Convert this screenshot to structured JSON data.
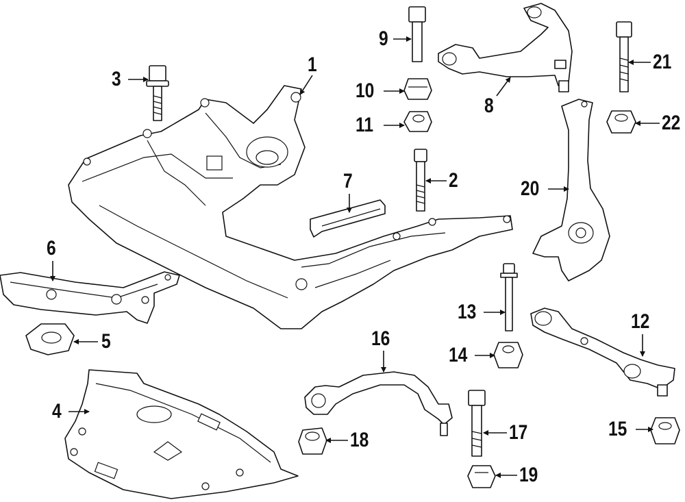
{
  "colors": {
    "line": "#111111",
    "fill": "#ffffff"
  },
  "callouts": [
    {
      "label": "1"
    },
    {
      "label": "2"
    },
    {
      "label": "3"
    },
    {
      "label": "4"
    },
    {
      "label": "5"
    },
    {
      "label": "6"
    },
    {
      "label": "7"
    },
    {
      "label": "8"
    },
    {
      "label": "9"
    },
    {
      "label": "10"
    },
    {
      "label": "11"
    },
    {
      "label": "12"
    },
    {
      "label": "13"
    },
    {
      "label": "14"
    },
    {
      "label": "15"
    },
    {
      "label": "16"
    },
    {
      "label": "17"
    },
    {
      "label": "18"
    },
    {
      "label": "19"
    },
    {
      "label": "20"
    },
    {
      "label": "21"
    },
    {
      "label": "22"
    }
  ]
}
